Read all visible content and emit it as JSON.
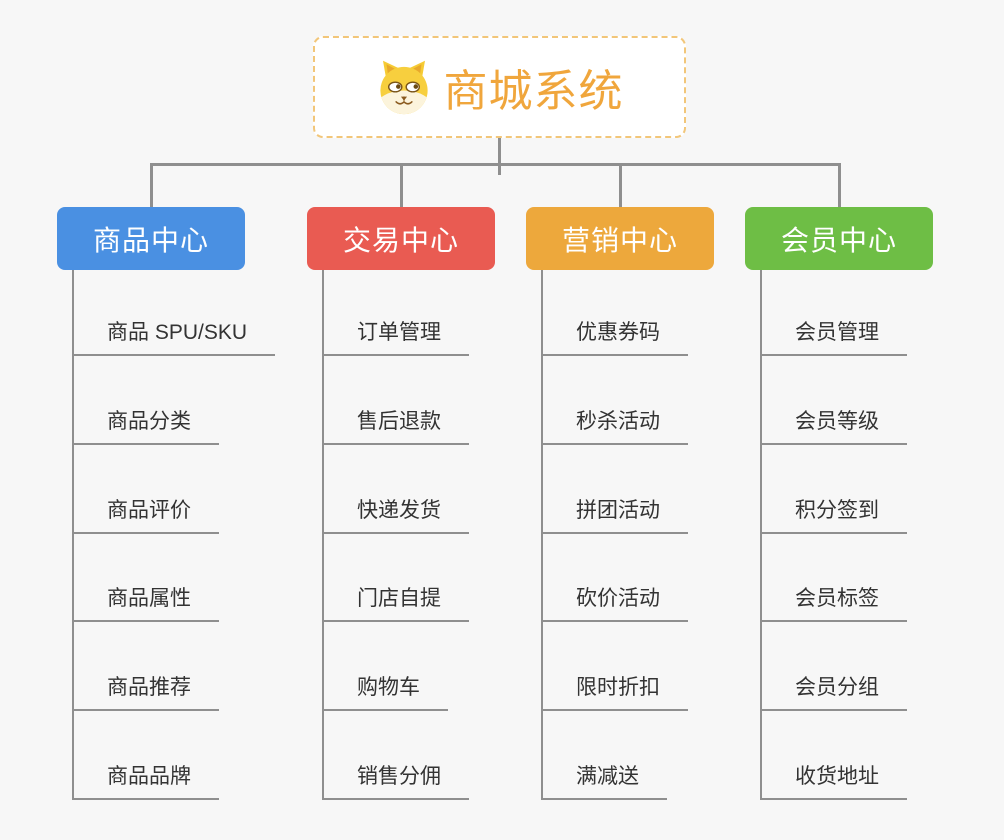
{
  "page": {
    "background_color": "#f7f7f7",
    "connector_color": "#8f8f8f",
    "child_text_color": "#333333"
  },
  "root": {
    "title": "商城系统",
    "title_color": "#f0a63c",
    "border_color": "#f2c679",
    "icon": "dog-face-icon"
  },
  "branches": [
    {
      "label": "商品中心",
      "color": "#4a90e2",
      "children": [
        "商品 SPU/SKU",
        "商品分类",
        "商品评价",
        "商品属性",
        "商品推荐",
        "商品品牌"
      ]
    },
    {
      "label": "交易中心",
      "color": "#e95b52",
      "children": [
        "订单管理",
        "售后退款",
        "快递发货",
        "门店自提",
        "购物车",
        "销售分佣"
      ]
    },
    {
      "label": "营销中心",
      "color": "#eda83c",
      "children": [
        "优惠券码",
        "秒杀活动",
        "拼团活动",
        "砍价活动",
        "限时折扣",
        "满减送"
      ]
    },
    {
      "label": "会员中心",
      "color": "#6ebe45",
      "children": [
        "会员管理",
        "会员等级",
        "积分签到",
        "会员标签",
        "会员分组",
        "收货地址"
      ]
    }
  ]
}
